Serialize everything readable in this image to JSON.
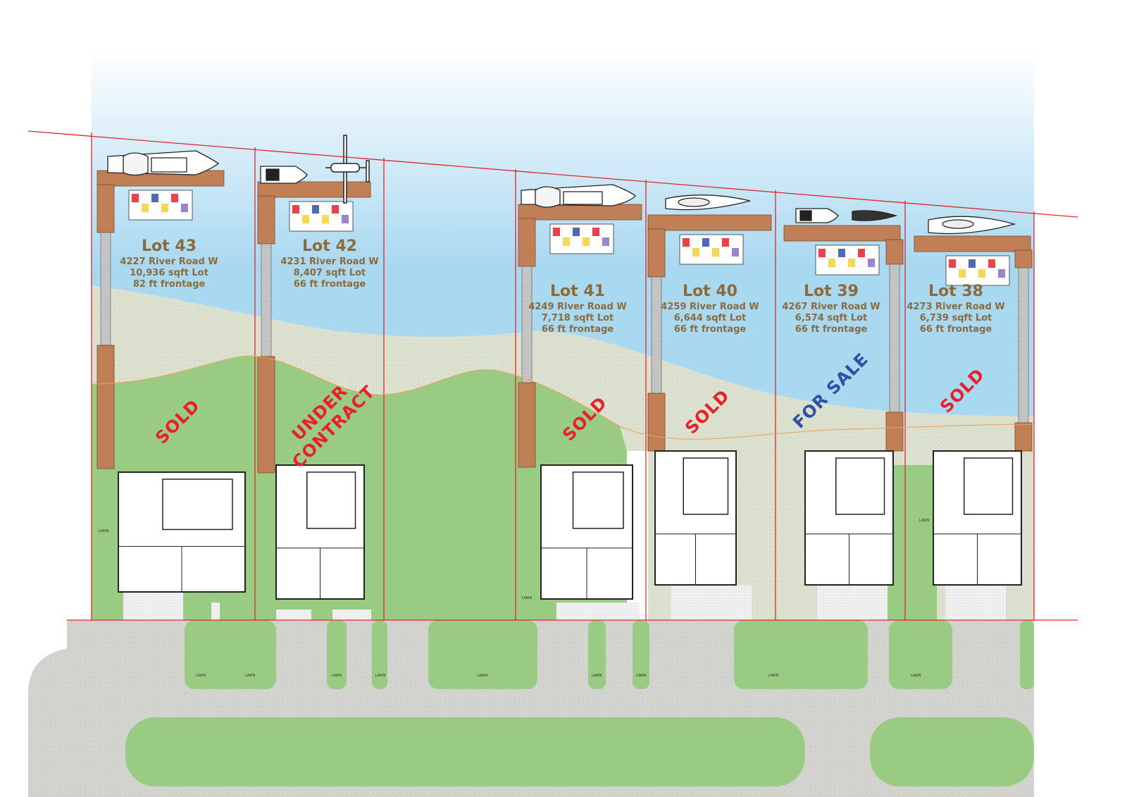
{
  "lots": [
    {
      "id": "43",
      "title": "Lot 43",
      "address": "4227 River Road W",
      "size": "10,936 sqft Lot",
      "frontage": "82 ft frontage",
      "status": "SOLD"
    },
    {
      "id": "42",
      "title": "Lot 42",
      "address": "4231 River Road W",
      "size": "8,407 sqft Lot",
      "frontage": "66 ft frontage",
      "status": "UNDER CONTRACT"
    },
    {
      "id": "41",
      "title": "Lot 41",
      "address": "4249 River Road W",
      "size": "7,718 sqft Lot",
      "frontage": "66 ft frontage",
      "status": "SOLD"
    },
    {
      "id": "40",
      "title": "Lot 40",
      "address": "4259 River Road W",
      "size": "6,644 sqft Lot",
      "frontage": "66 ft frontage",
      "status": "SOLD"
    },
    {
      "id": "39",
      "title": "Lot 39",
      "address": "4267 River Road W",
      "size": "6,574 sqft Lot",
      "frontage": "66 ft frontage",
      "status": "FOR SALE"
    },
    {
      "id": "38",
      "title": "Lot 38",
      "address": "4273 River Road W",
      "size": "6,739 sqft Lot",
      "frontage": "66 ft frontage",
      "status": "SOLD"
    }
  ],
  "status_colors": {
    "SOLD": "#e8202a",
    "UNDER CONTRACT": "#e8202a",
    "FOR SALE": "#2f4fa8"
  },
  "lawn_label": "LAWN",
  "colors": {
    "water": "#a9d8f1",
    "sky_fade": "#ffffff",
    "beach": "#dcdfcf",
    "lawn": "#9acb82",
    "road": "#d3d4d0",
    "dock": "#c07f55",
    "lot_line": "#e0262b",
    "building": "#ffffff"
  }
}
